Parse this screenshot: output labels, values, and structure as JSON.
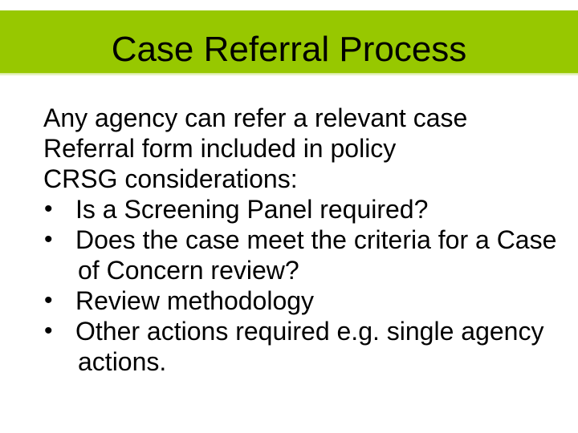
{
  "slide": {
    "title": "Case Referral Process",
    "colors": {
      "band_green": "#97C800",
      "title_text": "#000000",
      "body_text": "#000000",
      "background": "#FFFFFF"
    },
    "body": {
      "bullet_glyph": "•",
      "paragraphs": [
        {
          "type": "plain",
          "text": "Any agency can refer a relevant case"
        },
        {
          "type": "plain",
          "text": "Referral form included in policy"
        },
        {
          "type": "plain",
          "text": "CRSG considerations:"
        },
        {
          "type": "bullet",
          "text": "Is a Screening Panel required?"
        },
        {
          "type": "bullet",
          "text": "Does the case meet the criteria for a Case"
        },
        {
          "type": "continuation",
          "text": "of Concern review?"
        },
        {
          "type": "bullet",
          "text": "Review methodology"
        },
        {
          "type": "bullet",
          "text": "Other actions required e.g. single agency"
        },
        {
          "type": "continuation",
          "text": "actions."
        }
      ]
    }
  }
}
